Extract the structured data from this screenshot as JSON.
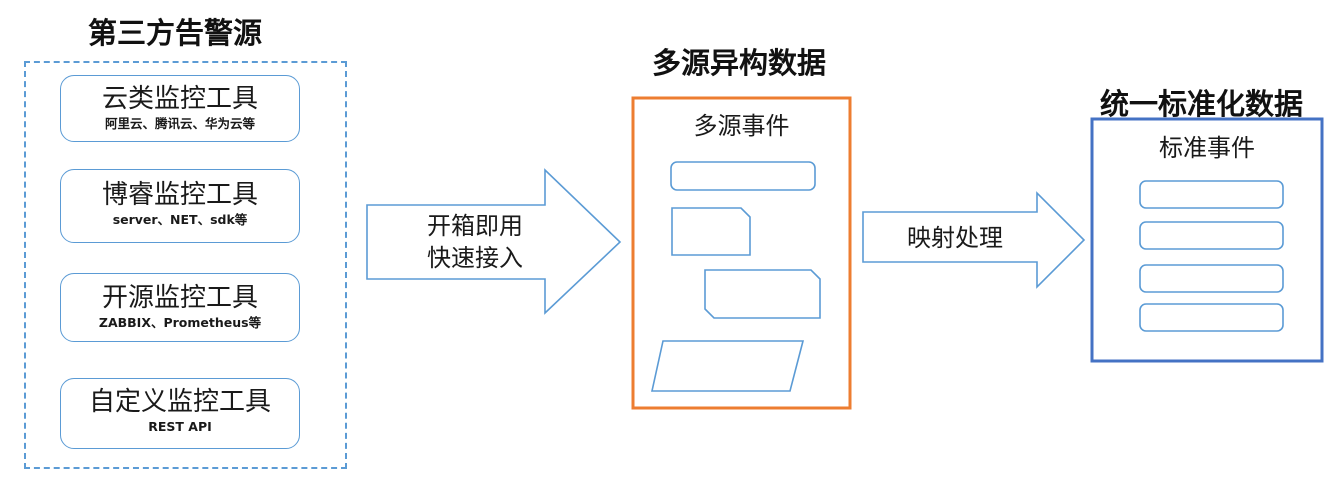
{
  "left": {
    "heading": "第三方告警源",
    "tools": [
      {
        "title": "云类监控工具",
        "subtitle": "阿里云、腾讯云、华为云等"
      },
      {
        "title": "博睿监控工具",
        "subtitle": "server、NET、sdk等"
      },
      {
        "title": "开源监控工具",
        "subtitle": "ZABBIX、Prometheus等"
      },
      {
        "title": "自定义监控工具",
        "subtitle": "REST API"
      }
    ]
  },
  "arrow1": {
    "line1": "开箱即用",
    "line2": "快速接入"
  },
  "middle": {
    "heading": "多源异构数据",
    "frame_title": "多源事件"
  },
  "arrow2": {
    "label": "映射处理"
  },
  "right": {
    "heading": "统一标准化数据",
    "frame_title": "标准事件"
  },
  "colors": {
    "blue": "#5b9bd5",
    "orange": "#ed7d31",
    "dark_blue": "#4472c4"
  }
}
